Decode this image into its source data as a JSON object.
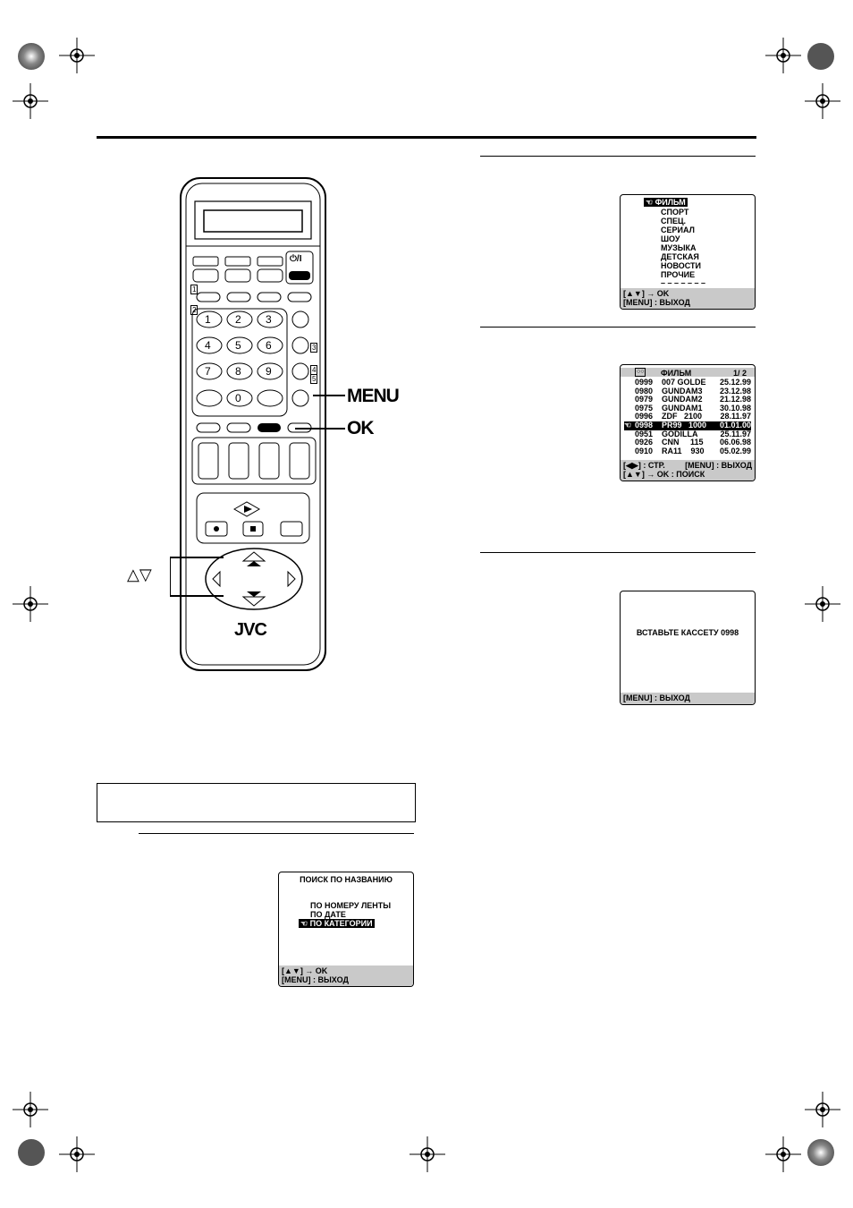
{
  "remote": {
    "brand": "JVC",
    "power_label": "⏻/I",
    "keys": [
      "1",
      "2",
      "3",
      "4",
      "5",
      "6",
      "7",
      "8",
      "9",
      "0"
    ],
    "side_numbers": [
      "1",
      "2",
      "3",
      "4",
      "5"
    ]
  },
  "callouts": {
    "menu": "MENU",
    "ok": "OK",
    "arrows": "△▽"
  },
  "screen_category": {
    "items": [
      "ФИЛЬМ",
      "СПОРТ",
      "СПЕЦ.",
      "СЕРИАЛ",
      "ШОУ",
      "МУЗЫКА",
      "ДЕТСКАЯ",
      "НОВОСТИ",
      "ПРОЧИЕ",
      "– – – – – – –"
    ],
    "footer1": "[▲▼] → OK",
    "footer2": "[MENU] : ВЫХОД"
  },
  "screen_list": {
    "header_category": "ФИЛЬМ",
    "header_page": "1/ 2",
    "rows": [
      [
        "0999",
        "007 GOLDE",
        "25.12.99"
      ],
      [
        "0980",
        "GUNDAM3",
        "23.12.98"
      ],
      [
        "0979",
        "GUNDAM2",
        "21.12.98"
      ],
      [
        "0975",
        "GUNDAM1",
        "30.10.98"
      ],
      [
        "0996",
        "ZDF   2100",
        "28.11.97"
      ],
      [
        "0998",
        "PR99   1000",
        "01.01.00"
      ],
      [
        "0951",
        "GODILLA",
        "25.11.97"
      ],
      [
        "0926",
        "CNN     115",
        "06.06.98"
      ],
      [
        "0910",
        "RA11    930",
        "05.02.99"
      ]
    ],
    "footer1_left": "[◀▶] : СТР.",
    "footer1_right": "[MENU] : ВЫХОД",
    "footer2": "[▲▼] → OK : ПОИСК"
  },
  "screen_insert": {
    "message": "ВСТАВЬТЕ КАССЕТУ 0998",
    "footer": "[MENU] : ВЫХОД"
  },
  "screen_search": {
    "title": "ПОИСК ПО НАЗВАНИЮ",
    "items": [
      "ПО НОМЕРУ ЛЕНТЫ",
      "ПО ДАТЕ",
      "ПО КАТЕГОРИИ"
    ],
    "footer1": "[▲▼] → OK",
    "footer2": "[MENU] : ВЫХОД"
  }
}
